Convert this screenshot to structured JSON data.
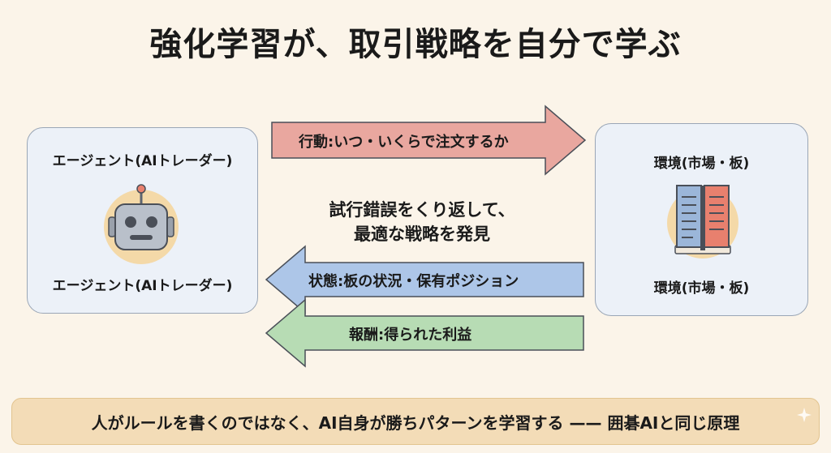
{
  "title": "強化学習が、取引戦略を自分で学ぶ",
  "agent": {
    "label_top": "エージェント(AIトレーダー)",
    "label_bottom": "エージェント(AIトレーダー)",
    "icon": "robot-icon"
  },
  "environment": {
    "label_top": "環境(市場・板)",
    "label_bottom": "環境(市場・板)",
    "icon": "book-icon"
  },
  "arrows": {
    "action": "行動:いつ・いくらで注文するか",
    "state": "状態:板の状況・保有ポジション",
    "reward": "報酬:得られた利益"
  },
  "center": {
    "line1": "試行錯誤をくり返して、",
    "line2": "最適な戦略を発見"
  },
  "footer": "人がルールを書くのではなく、AI自身が勝ちパターンを学習する —— 囲碁AIと同じ原理",
  "colors": {
    "action_arrow": "#e9a79f",
    "state_arrow": "#adc6e8",
    "reward_arrow": "#b7dcb4",
    "footer_bg": "#f3dcb7"
  }
}
